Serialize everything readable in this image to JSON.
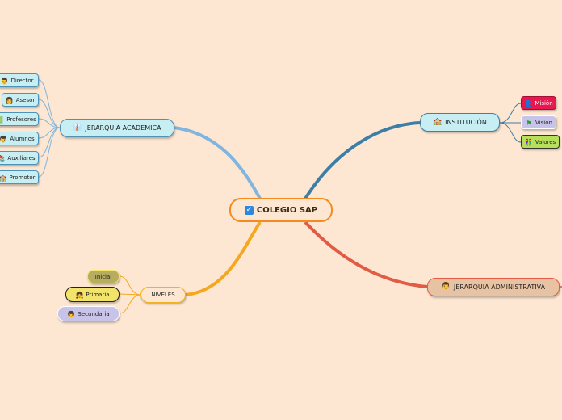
{
  "root": {
    "label": "COLEGIO SAP",
    "icon": "checkbox-icon"
  },
  "branches": {
    "academica": {
      "label": "JERARQUIA ACADEMICA",
      "icon": "tie-icon",
      "color": "#7fb5de",
      "children": [
        {
          "label": "Director",
          "icon": "person-icon"
        },
        {
          "label": "Asesor",
          "icon": "woman-icon"
        },
        {
          "label": "Profesores",
          "icon": "teacher-icon"
        },
        {
          "label": "Alumnos",
          "icon": "student-icon"
        },
        {
          "label": "Auxiliares",
          "icon": "assistant-icon"
        },
        {
          "label": "Promotor",
          "icon": "school-icon"
        }
      ]
    },
    "institucion": {
      "label": "INSTITUCIÓN",
      "icon": "school-icon",
      "color": "#3d7ea6",
      "children": [
        {
          "label": "Misión",
          "icon": "person-silhouette-icon",
          "bg": "#e8174f"
        },
        {
          "label": "Visión",
          "icon": "flag-icon",
          "bg": "#c8c3e8"
        },
        {
          "label": "Valores",
          "icon": "people-icon",
          "bg": "#b6e05a"
        }
      ]
    },
    "administrativa": {
      "label": "JERARQUIA ADMINISTRATIVA",
      "icon": "person-icon",
      "color": "#e15b45"
    },
    "niveles": {
      "label": "NIVELES",
      "color": "#f5a81f",
      "children": [
        {
          "label": "Inicial",
          "bg": "#b6ad5e"
        },
        {
          "label": "Primaria",
          "icon": "girl-icon",
          "bg": "#f2e36a"
        },
        {
          "label": "Secundaria",
          "icon": "boy-icon",
          "bg": "#c8c3e8"
        }
      ]
    }
  }
}
